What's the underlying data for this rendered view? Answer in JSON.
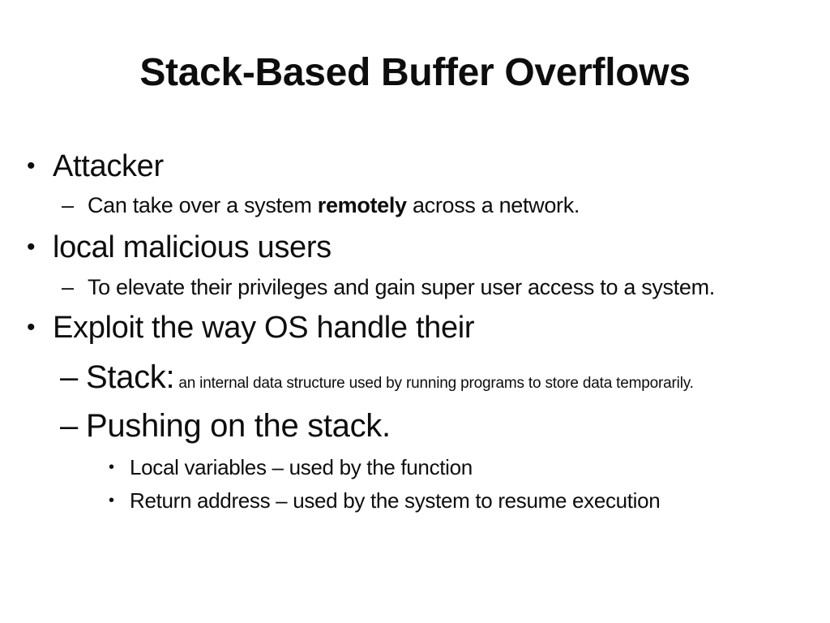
{
  "slide": {
    "title": "Stack-Based Buffer Overflows",
    "markers": {
      "bullet_level1": "•",
      "dash_level2": "–",
      "bullet_level3": "•"
    },
    "text_color": "#0d0d0d",
    "background_color": "#ffffff",
    "bullets": {
      "attacker": {
        "text": "Attacker"
      },
      "can_take_over": {
        "pre": "Can take over a system ",
        "bold": "remotely",
        "post": " across a network."
      },
      "local_malicious": {
        "text": "local malicious users"
      },
      "elevate": {
        "text": "To elevate their privileges and gain super user access to a system."
      },
      "exploit": {
        "text": "Exploit the way OS handle their"
      },
      "stack": {
        "big": "Stack:",
        "small": " an internal data structure used by running programs to store data temporarily."
      },
      "pushing": {
        "text": "Pushing on the stack."
      },
      "local_variables": {
        "text": "Local variables – used by the function"
      },
      "return_address": {
        "text": "Return address – used by the system to resume execution"
      }
    }
  }
}
